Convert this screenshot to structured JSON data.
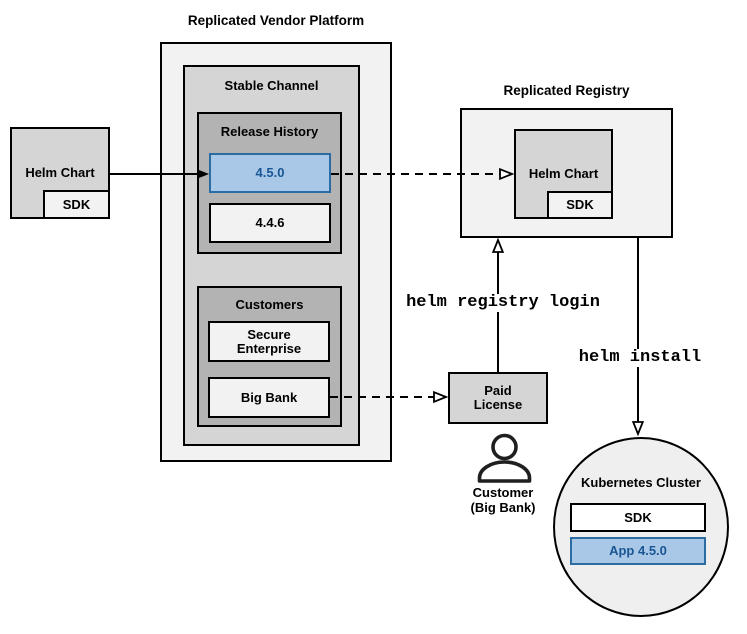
{
  "colors": {
    "highlight_fill": "#a9c8e8",
    "highlight_border": "#2b6ca3",
    "highlight_text": "#1a5693",
    "container_light": "#f2f2f2",
    "container_mid": "#d5d5d5",
    "container_dark": "#b3b3b3"
  },
  "icons": {
    "customer": "person-icon"
  },
  "source": {
    "helm_chart": "Helm Chart",
    "sdk": "SDK"
  },
  "platform": {
    "title": "Replicated Vendor Platform",
    "stable_channel": "Stable Channel",
    "release_history": "Release History",
    "release_new": "4.5.0",
    "release_previous": "4.4.6",
    "customers_label": "Customers",
    "secure_line1": "Secure",
    "secure_line2": "Enterprise",
    "big_bank": "Big Bank"
  },
  "registry": {
    "title": "Replicated Registry",
    "helm_chart": "Helm Chart",
    "sdk": "SDK"
  },
  "license": {
    "line1": "Paid",
    "line2": "License"
  },
  "customer": {
    "line1": "Customer",
    "line2": "(Big Bank)"
  },
  "commands": {
    "registry_login": "helm registry login",
    "install": "helm install"
  },
  "cluster": {
    "label": "Kubernetes Cluster",
    "sdk": "SDK",
    "app": "App 4.5.0"
  }
}
